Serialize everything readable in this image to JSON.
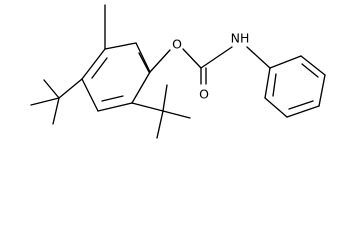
{
  "molecule": {
    "atoms": {
      "ester_oxygen": "O",
      "carbonyl_oxygen": "O",
      "amide_nitrogen": "NH"
    }
  }
}
